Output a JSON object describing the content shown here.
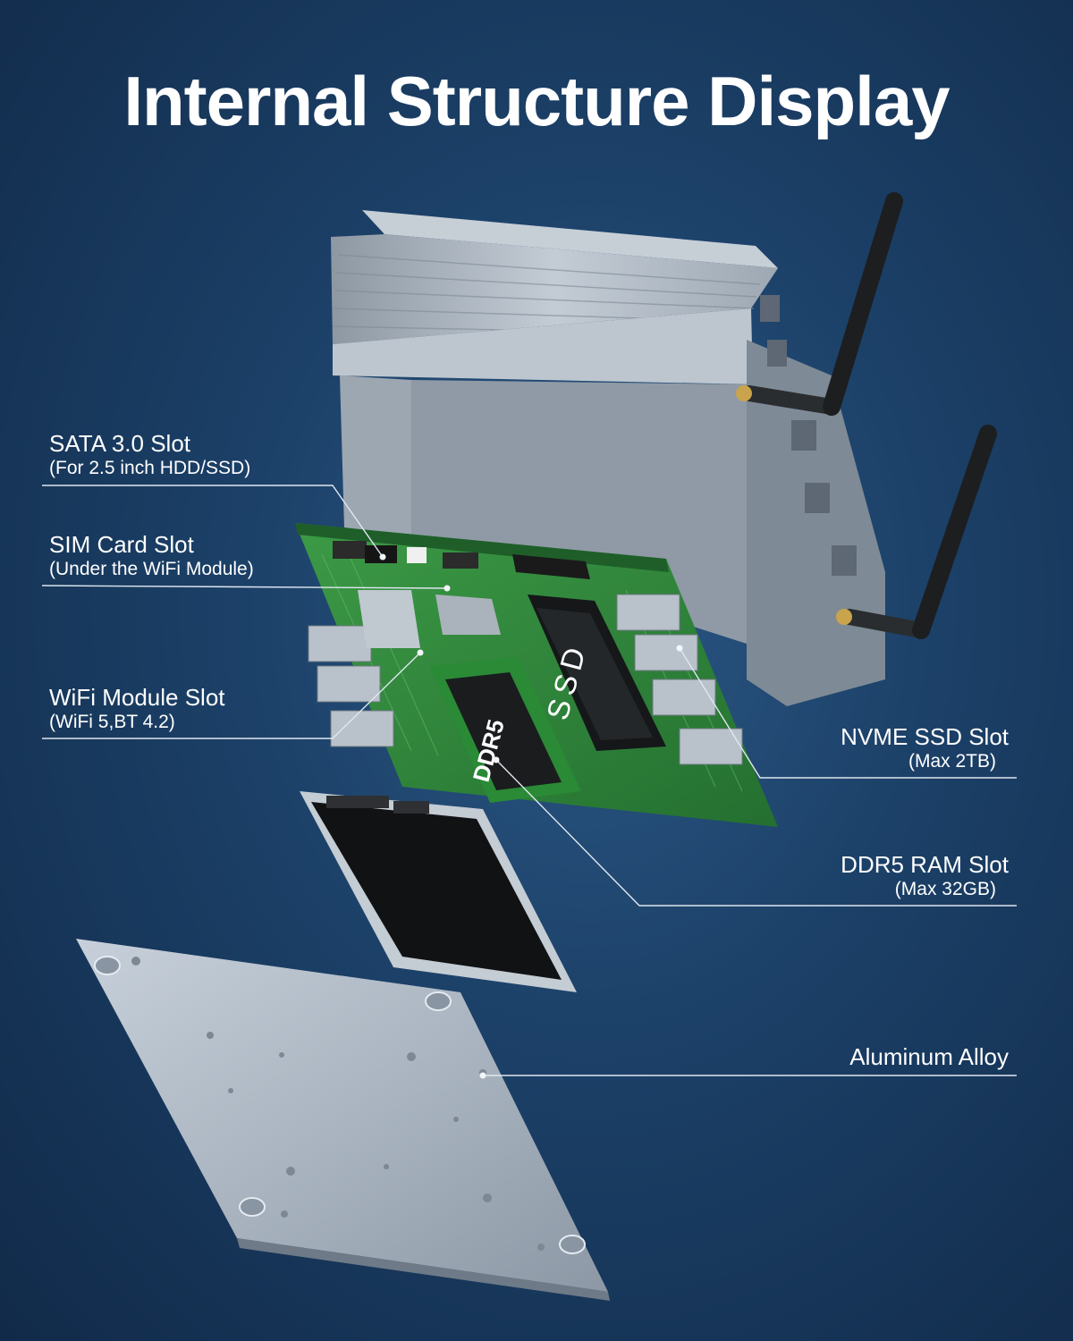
{
  "title": "Internal Structure Display",
  "labels": {
    "sata": {
      "main": "SATA 3.0 Slot",
      "sub": "(For 2.5 inch HDD/SSD)"
    },
    "sim": {
      "main": "SIM Card Slot",
      "sub": "(Under the WiFi Module)"
    },
    "wifi": {
      "main": "WiFi Module Slot",
      "sub": "(WiFi 5,BT 4.2)"
    },
    "nvme": {
      "main": "NVME SSD Slot",
      "sub": "(Max 2TB)"
    },
    "ddr5": {
      "main": "DDR5 RAM Slot",
      "sub": "(Max 32GB)"
    },
    "alloy": {
      "main": "Aluminum Alloy"
    }
  },
  "component_text": {
    "ssd": "SSD",
    "ram": "DDR5"
  },
  "colors": {
    "background": "#1b3f66",
    "pcb": "#2f8a3c",
    "chassis": "#a9b4bf",
    "leader_line": "#dfe7ef"
  }
}
